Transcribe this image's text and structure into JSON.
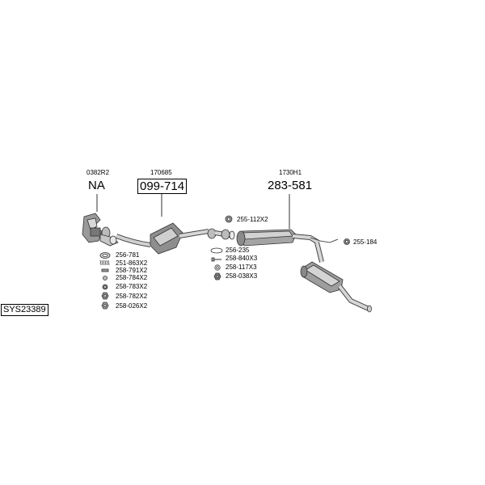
{
  "system_code": "SYS23389",
  "groups": {
    "front_pipe": {
      "ref": "0382R2",
      "part": "NA"
    },
    "catalyst": {
      "ref": "170685",
      "part": "099-714"
    },
    "silencer": {
      "ref": "1730H1",
      "part": "283-581"
    }
  },
  "fittings_left": [
    "256-781",
    "251-863X2",
    "258-791X2",
    "258-784X2",
    "258-783X2",
    "258-782X2",
    "258-026X2"
  ],
  "fittings_middle": [
    "256-235",
    "258-840X3",
    "258-117X3",
    "258-038X3"
  ],
  "fitting_top": "255-112X2",
  "fitting_right": "255-184"
}
